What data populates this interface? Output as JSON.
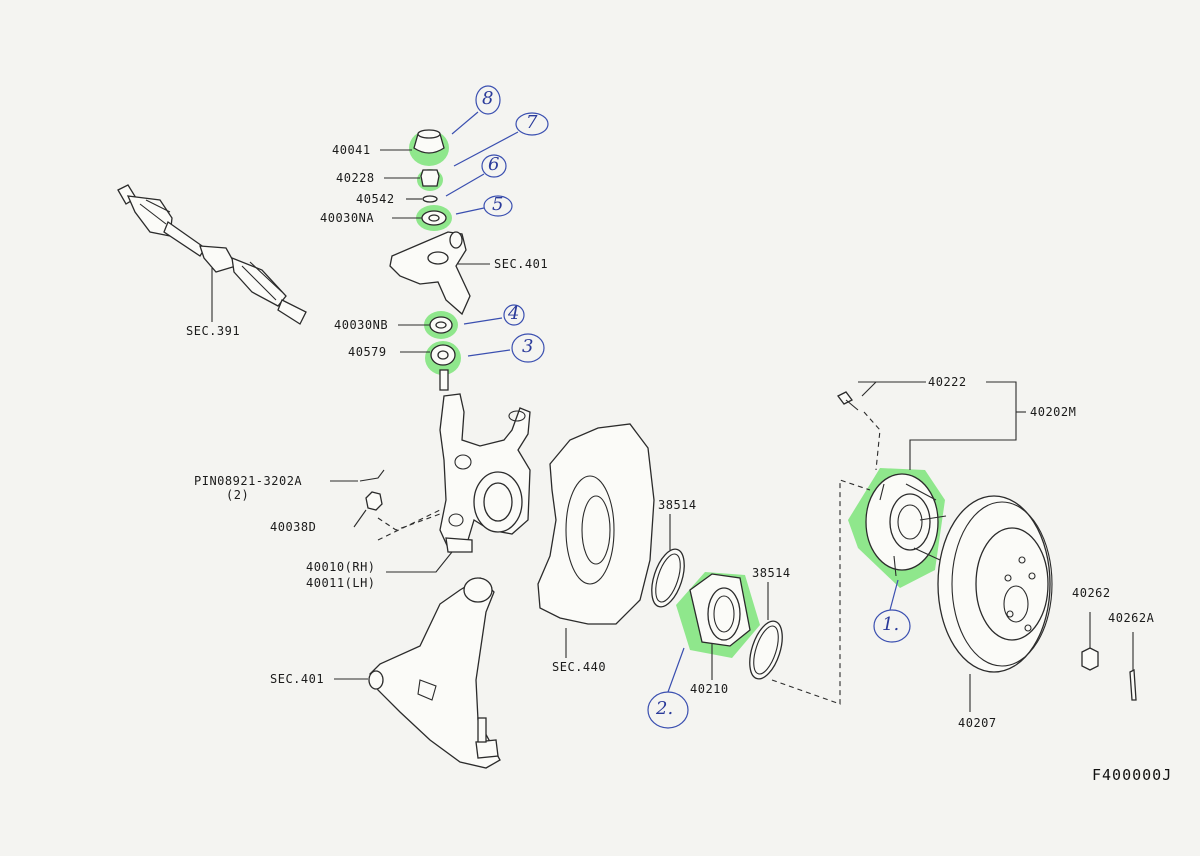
{
  "diagram": {
    "part_labels": {
      "p40041": "40041",
      "p40228": "40228",
      "p40542": "40542",
      "p40030NA": "40030NA",
      "sec401_top": "SEC.401",
      "sec391": "SEC.391",
      "p40030NB": "40030NB",
      "p40579": "40579",
      "pin": "PIN08921-3202A",
      "pin_qty": "(2)",
      "p40038D": "40038D",
      "p40010": "40010(RH)",
      "p40011": "40011(LH)",
      "sec401_bottom": "SEC.401",
      "sec440": "SEC.440",
      "p38514_a": "38514",
      "p38514_b": "38514",
      "p40210": "40210",
      "p40222": "40222",
      "p40202M": "40202M",
      "p40262": "40262",
      "p40262A": "40262A",
      "p40207": "40207"
    },
    "callouts": [
      "8",
      "7",
      "6",
      "5",
      "4",
      "3",
      "2.",
      "1."
    ],
    "highlight_color": "#6ee36a",
    "callout_color": "#3a4fb0",
    "doc_code": "F400000J"
  }
}
